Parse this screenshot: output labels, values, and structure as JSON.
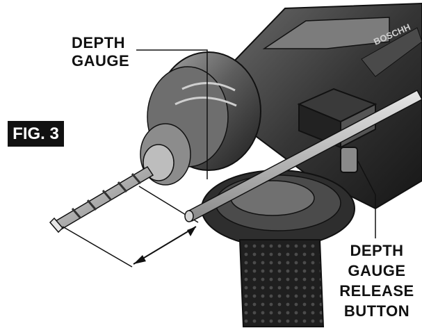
{
  "figure_tag": "FIG. 3",
  "callouts": {
    "depth_gauge": [
      "DEPTH",
      "GAUGE"
    ],
    "release_button": [
      "DEPTH",
      "GAUGE",
      "RELEASE",
      "BUTTON"
    ]
  },
  "brand_on_tool": "BOSCHH",
  "colors": {
    "ink": "#111111",
    "body_dark": "#2b2b2b",
    "body_mid": "#5a5a5a",
    "body_light": "#9a9a9a",
    "background": "#ffffff"
  }
}
